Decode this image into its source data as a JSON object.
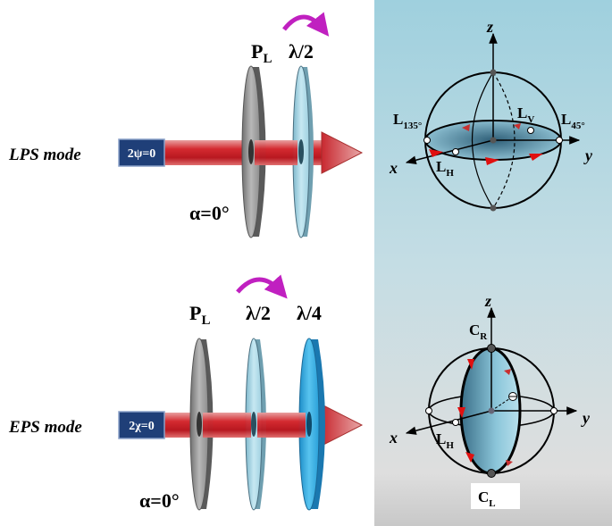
{
  "top_panel": {
    "mode_label": "LPS mode",
    "source_label": "2ψ=0",
    "polarizer_main": "P",
    "polarizer_sub": "L",
    "halfwave_label": "λ/2",
    "angle_label": "α=0°",
    "sphere": {
      "z_label": "z",
      "x_label": "x",
      "y_label": "y",
      "L135_main": "L",
      "L135_sub": "135°",
      "L45_main": "L",
      "L45_sub": "45°",
      "LV_main": "L",
      "LV_sub": "V",
      "LH_main": "L",
      "LH_sub": "H"
    }
  },
  "bottom_panel": {
    "mode_label": "EPS mode",
    "source_label": "2χ=0",
    "polarizer_main": "P",
    "polarizer_sub": "L",
    "halfwave_label": "λ/2",
    "quarterwave_label": "λ/4",
    "angle_label": "α=0°",
    "sphere": {
      "z_label": "z",
      "x_label": "x",
      "y_label": "y",
      "CR_main": "C",
      "CR_sub": "R",
      "CL_main": "C",
      "CL_sub": "L",
      "LH_main": "L",
      "LH_sub": "H"
    }
  },
  "colors": {
    "beam_red": "#c8202a",
    "source_box": "#1f3f78",
    "polarizer_gray": "#9a9a9a",
    "halfwave_lightblue": "#a8d8e8",
    "quarterwave_blue": "#3aaee0",
    "rotation_arrow": "#c020c0",
    "sphere_bg_top": "#a6d4e0",
    "sphere_bg_bottom": "#dcdcdc"
  }
}
